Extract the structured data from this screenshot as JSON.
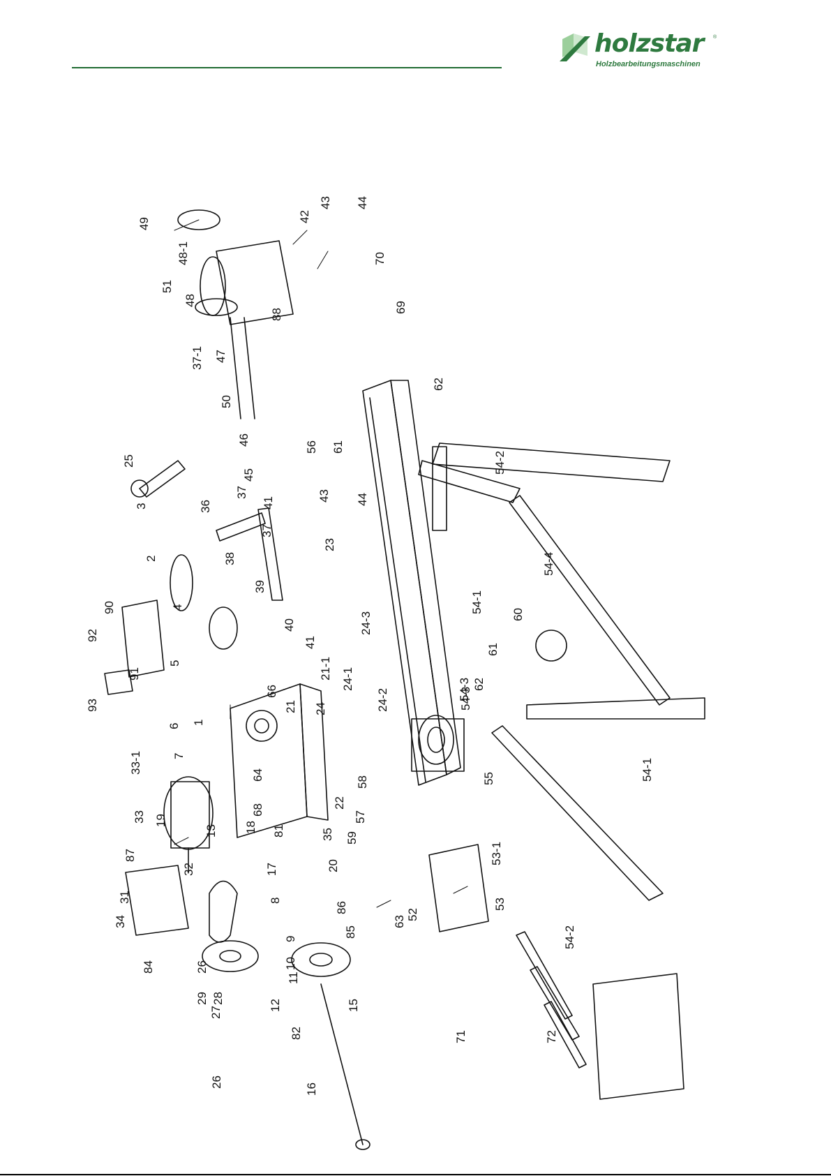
{
  "header": {
    "brand": {
      "name": "holzstar",
      "tagline": "Holzbearbeitungsmaschinen",
      "registered": "®"
    },
    "rule_color": "#1f6b32"
  },
  "diagram": {
    "type": "exploded-parts-view",
    "part_labels": [
      "49",
      "48-1",
      "51",
      "48",
      "37-1",
      "47",
      "88",
      "42",
      "43",
      "44",
      "70",
      "69",
      "50",
      "46",
      "45",
      "25",
      "3",
      "36",
      "37",
      "41",
      "37",
      "43",
      "44",
      "23",
      "2",
      "90",
      "92",
      "93",
      "91",
      "4",
      "5",
      "6",
      "7",
      "38",
      "39",
      "40",
      "41",
      "21-1",
      "24-3",
      "24-1",
      "24-2",
      "24",
      "21",
      "66",
      "64",
      "1",
      "33-1",
      "33",
      "19",
      "87",
      "31",
      "34",
      "84",
      "32",
      "13",
      "18",
      "68",
      "22",
      "57",
      "58",
      "35",
      "17",
      "81",
      "8",
      "20",
      "59",
      "9",
      "10",
      "11",
      "12",
      "86",
      "85",
      "63",
      "82",
      "15",
      "16",
      "26",
      "29",
      "28",
      "27",
      "26",
      "56",
      "61",
      "62",
      "54-2",
      "54-1",
      "54-3",
      "54-4",
      "60",
      "61",
      "62",
      "54-3",
      "55",
      "52",
      "53-1",
      "53",
      "54-2",
      "54-1",
      "71",
      "72"
    ],
    "line_color": "#111111"
  }
}
